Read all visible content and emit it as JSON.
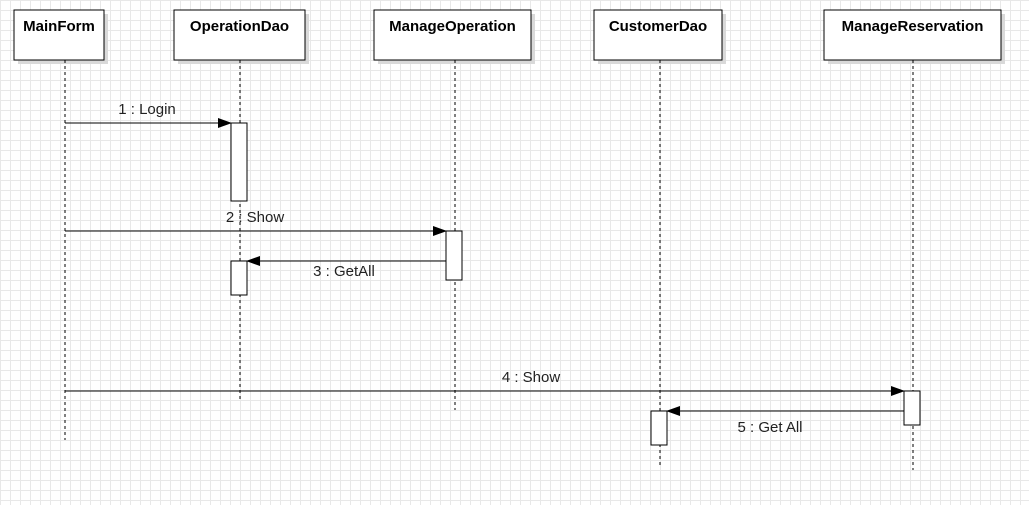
{
  "diagram": {
    "participants": [
      {
        "id": "mainform",
        "label": "MainForm"
      },
      {
        "id": "operationdao",
        "label": "OperationDao"
      },
      {
        "id": "manageoperation",
        "label": "ManageOperation"
      },
      {
        "id": "customerdao",
        "label": "CustomerDao"
      },
      {
        "id": "managereservation",
        "label": "ManageReservation"
      }
    ],
    "messages": [
      {
        "label": "1 : Login",
        "from": "mainform",
        "to": "operationdao"
      },
      {
        "label": "2 : Show",
        "from": "mainform",
        "to": "manageoperation"
      },
      {
        "label": "3 : GetAll",
        "from": "manageoperation",
        "to": "operationdao"
      },
      {
        "label": "4 : Show",
        "from": "mainform",
        "to": "managereservation"
      },
      {
        "label": "5 : Get All",
        "from": "managereservation",
        "to": "customerdao"
      }
    ],
    "colors": {
      "line": "#000000",
      "box_fill": "#ffffff",
      "shadow": "#d9d9d9",
      "grid": "#e8e8e8"
    }
  }
}
